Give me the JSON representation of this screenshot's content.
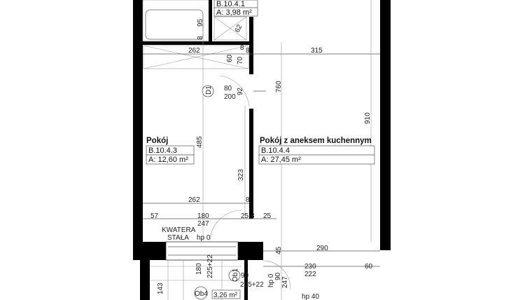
{
  "rooms": {
    "bathroom": {
      "id": "B.10.4.1",
      "area": "A: 3,98 m²"
    },
    "room": {
      "name": "Pokój",
      "id": "B.10.4.3",
      "area": "A: 12,60 m²"
    },
    "living": {
      "name": "Pokój z aneksem kuchennym",
      "id": "B.10.4.4",
      "area": "A: 27,45 m²"
    },
    "balcony": {
      "area": "3,26 m²"
    }
  },
  "notes": {
    "kwatera1": "KWATERA",
    "kwatera2": "STAŁA",
    "hp0a": "hp 0",
    "hp0b": "hp 0",
    "hp40": "hp 40"
  },
  "tags": {
    "d1": "D1",
    "ob1": "Ob1",
    "ob4": "Ob4"
  },
  "dims": {
    "d95": "95",
    "d8a": "8",
    "d62": "62",
    "d262a": "262",
    "d315": "315",
    "d8b": "8",
    "d8c": "8",
    "d60a": "60",
    "d70": "70",
    "d80": "80",
    "d200": "200",
    "d92": "92",
    "d760": "760",
    "d910": "910",
    "d485": "485",
    "d323": "323",
    "d262b": "262",
    "d8d": "8",
    "d57": "57",
    "d180a": "180",
    "d247a": "247",
    "d25a": "25",
    "d8e": "8",
    "d25b": "25",
    "d290": "290",
    "d45": "45",
    "d230": "230",
    "d222": "222",
    "d60b": "60",
    "d90a": "90",
    "d225a": "225+22",
    "d90b": "90",
    "d247b": "247",
    "d180b": "180",
    "d225b": "225+22",
    "d143": "143"
  }
}
